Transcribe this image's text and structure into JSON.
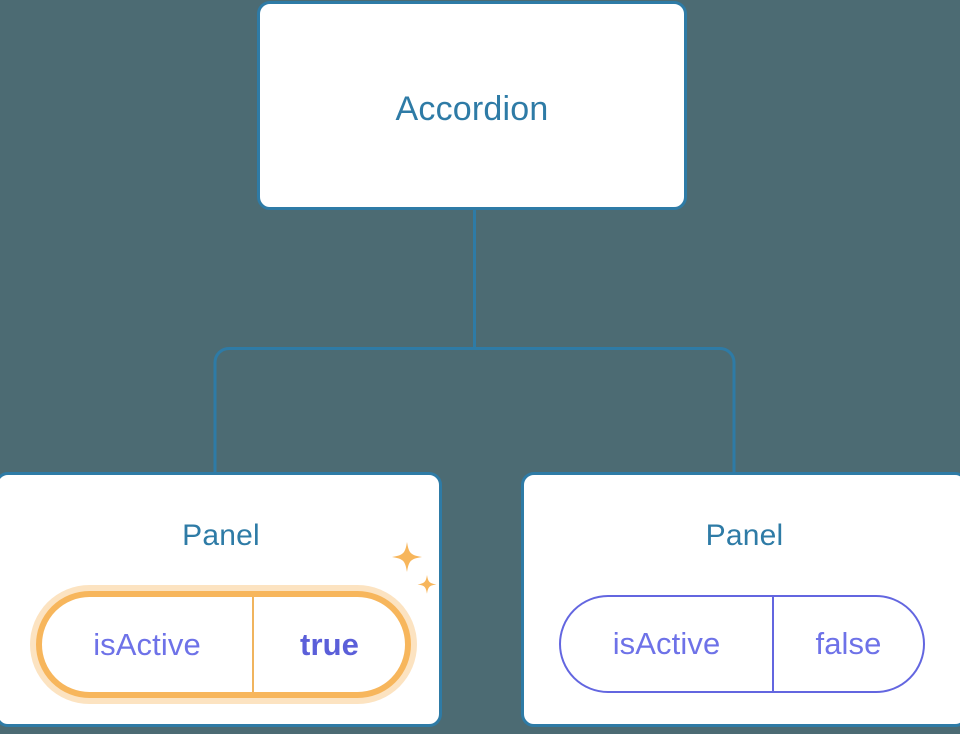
{
  "diagram": {
    "type": "component-tree",
    "background_color": "#4C6B73",
    "connector_color": "#2E7BA6",
    "node_border_color": "#2E7BA6",
    "node_title_color": "#2E7BA6",
    "prop_text_color": "#6E72E8",
    "highlight_color": "#F7B65C",
    "highlight_glow_color": "#FBDFB0",
    "plain_pill_color": "#6366E0"
  },
  "root": {
    "title": "Accordion"
  },
  "panels": [
    {
      "title": "Panel",
      "prop_key": "isActive",
      "prop_value": "true",
      "highlighted": true,
      "value_bold": true,
      "sparkle_icon": "sparkles-icon"
    },
    {
      "title": "Panel",
      "prop_key": "isActive",
      "prop_value": "false",
      "highlighted": false,
      "value_bold": false
    }
  ]
}
